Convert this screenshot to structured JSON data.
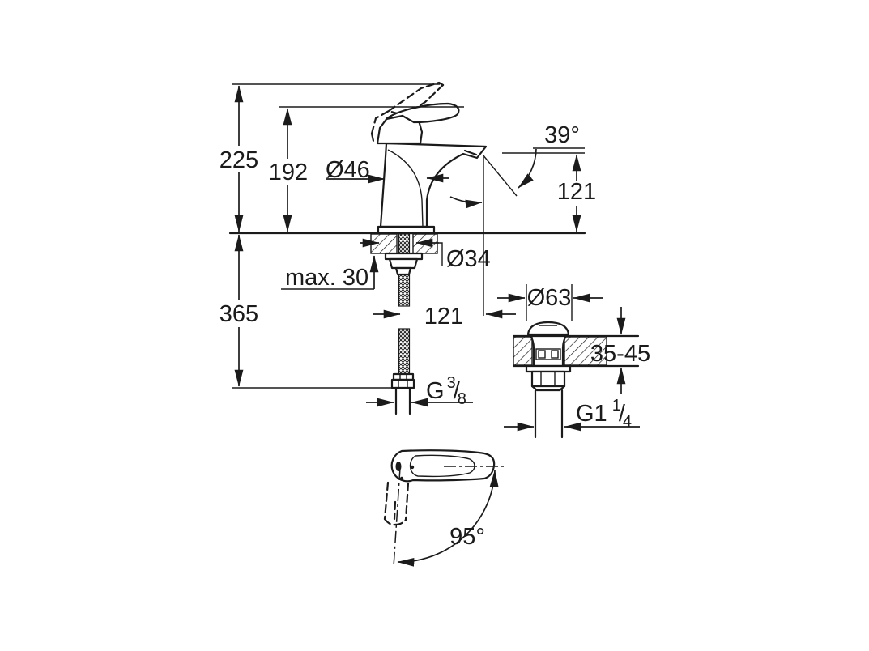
{
  "colors": {
    "ink": "#1b1b1b",
    "background": "#ffffff"
  },
  "dims": {
    "height_total": "225",
    "height_handle": "192",
    "body_diameter": "Ø46",
    "stream_angle": "39°",
    "spout_height": "121",
    "shank_diameter": "Ø34",
    "max_deck_thickness": "max. 30",
    "depth_below_deck": "365",
    "spout_reach": "121",
    "waste_cap_diameter": "Ø63",
    "deck_thickness_range": "35-45",
    "handle_swing_angle": "95°",
    "supply_thread": {
      "base": "G",
      "sup": "3",
      "slash": "/",
      "sub": "8"
    },
    "waste_thread": {
      "base": "G1",
      "sup": "1",
      "slash": "/",
      "sub": "4"
    }
  }
}
